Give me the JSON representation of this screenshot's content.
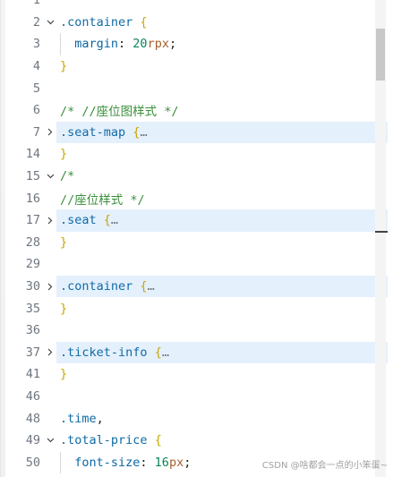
{
  "lines": [
    {
      "n": "1",
      "fold": "",
      "hl": false,
      "guide": false,
      "tokens": []
    },
    {
      "n": "2",
      "fold": "open",
      "hl": false,
      "guide": false,
      "tokens": [
        {
          "t": ".container",
          "c": "sel"
        },
        {
          "t": " ",
          "c": "punct"
        },
        {
          "t": "{",
          "c": "brace"
        }
      ]
    },
    {
      "n": "3",
      "fold": "",
      "hl": false,
      "guide": true,
      "tokens": [
        {
          "t": "  margin",
          "c": "prop"
        },
        {
          "t": ": ",
          "c": "punct"
        },
        {
          "t": "20",
          "c": "num"
        },
        {
          "t": "rpx",
          "c": "unit"
        },
        {
          "t": ";",
          "c": "punct"
        }
      ]
    },
    {
      "n": "4",
      "fold": "",
      "hl": false,
      "guide": false,
      "tokens": [
        {
          "t": "}",
          "c": "brace"
        }
      ]
    },
    {
      "n": "5",
      "fold": "",
      "hl": false,
      "guide": false,
      "tokens": []
    },
    {
      "n": "6",
      "fold": "",
      "hl": false,
      "guide": false,
      "tokens": [
        {
          "t": "/* //座位图样式 */",
          "c": "comment"
        }
      ]
    },
    {
      "n": "7",
      "fold": "closed",
      "hl": true,
      "guide": false,
      "tokens": [
        {
          "t": ".seat-map",
          "c": "sel"
        },
        {
          "t": " ",
          "c": "punct"
        },
        {
          "t": "{",
          "c": "brace"
        },
        {
          "t": "…",
          "c": "ellipsis"
        }
      ]
    },
    {
      "n": "14",
      "fold": "",
      "hl": false,
      "guide": false,
      "tokens": [
        {
          "t": "}",
          "c": "brace"
        }
      ]
    },
    {
      "n": "15",
      "fold": "open",
      "hl": false,
      "guide": false,
      "tokens": [
        {
          "t": "/*",
          "c": "comment"
        }
      ]
    },
    {
      "n": "16",
      "fold": "",
      "hl": false,
      "guide": false,
      "tokens": [
        {
          "t": "//座位样式 */",
          "c": "comment"
        }
      ]
    },
    {
      "n": "17",
      "fold": "closed",
      "hl": true,
      "guide": false,
      "tokens": [
        {
          "t": ".seat",
          "c": "sel"
        },
        {
          "t": " ",
          "c": "punct"
        },
        {
          "t": "{",
          "c": "brace"
        },
        {
          "t": "…",
          "c": "ellipsis"
        }
      ]
    },
    {
      "n": "28",
      "fold": "",
      "hl": false,
      "guide": false,
      "tokens": [
        {
          "t": "}",
          "c": "brace"
        }
      ]
    },
    {
      "n": "29",
      "fold": "",
      "hl": false,
      "guide": false,
      "tokens": []
    },
    {
      "n": "30",
      "fold": "closed",
      "hl": true,
      "guide": false,
      "tokens": [
        {
          "t": ".container",
          "c": "sel"
        },
        {
          "t": " ",
          "c": "punct"
        },
        {
          "t": "{",
          "c": "brace"
        },
        {
          "t": "…",
          "c": "ellipsis"
        }
      ]
    },
    {
      "n": "35",
      "fold": "",
      "hl": false,
      "guide": false,
      "tokens": [
        {
          "t": "}",
          "c": "brace"
        }
      ]
    },
    {
      "n": "36",
      "fold": "",
      "hl": false,
      "guide": false,
      "tokens": []
    },
    {
      "n": "37",
      "fold": "closed",
      "hl": true,
      "guide": false,
      "tokens": [
        {
          "t": ".ticket-info",
          "c": "sel"
        },
        {
          "t": " ",
          "c": "punct"
        },
        {
          "t": "{",
          "c": "brace"
        },
        {
          "t": "…",
          "c": "ellipsis"
        }
      ]
    },
    {
      "n": "41",
      "fold": "",
      "hl": false,
      "guide": false,
      "tokens": [
        {
          "t": "}",
          "c": "brace"
        }
      ]
    },
    {
      "n": "46",
      "fold": "",
      "hl": false,
      "guide": false,
      "tokens": []
    },
    {
      "n": "48",
      "fold": "",
      "hl": false,
      "guide": false,
      "tokens": [
        {
          "t": ".time",
          "c": "sel"
        },
        {
          "t": ",",
          "c": "punct"
        }
      ]
    },
    {
      "n": "49",
      "fold": "open",
      "hl": false,
      "guide": false,
      "tokens": [
        {
          "t": ".total-price",
          "c": "sel"
        },
        {
          "t": " ",
          "c": "punct"
        },
        {
          "t": "{",
          "c": "brace"
        }
      ]
    },
    {
      "n": "50",
      "fold": "",
      "hl": false,
      "guide": true,
      "tokens": [
        {
          "t": "  font-size",
          "c": "prop"
        },
        {
          "t": ": ",
          "c": "punct"
        },
        {
          "t": "16",
          "c": "num"
        },
        {
          "t": "px",
          "c": "unit"
        },
        {
          "t": ";",
          "c": "punct"
        }
      ]
    }
  ],
  "watermark": "CSDN @啥都会一点的小笨蛋~",
  "colors": {
    "highlight_row": "#e5f0fd",
    "selector": "#0f6ba5",
    "property": "#0b67a3",
    "number": "#098658",
    "brace": "#c8a600",
    "comment": "#3a8f3a"
  },
  "icons": {
    "fold_open": "chevron-down-icon",
    "fold_closed": "chevron-right-icon"
  }
}
